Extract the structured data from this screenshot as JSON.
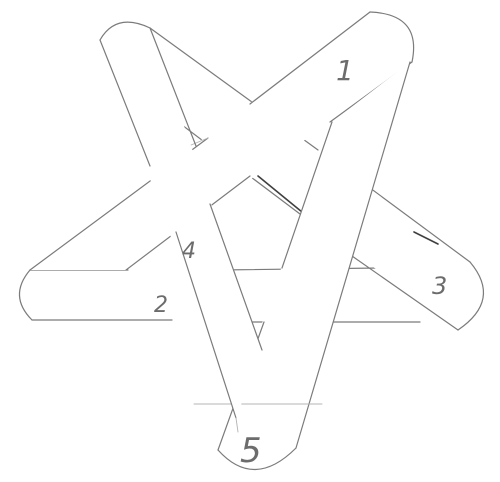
{
  "diagram": {
    "kind": "interlaced pentagram sketch of five bands",
    "line_color": "#7b7b7b",
    "paper_color": "#ffffff",
    "bands": [
      {
        "id": "band-1",
        "label": "1"
      },
      {
        "id": "band-2",
        "label": "2"
      },
      {
        "id": "band-3",
        "label": "3"
      },
      {
        "id": "band-4",
        "label": "4"
      },
      {
        "id": "band-5",
        "label": "5"
      }
    ]
  }
}
